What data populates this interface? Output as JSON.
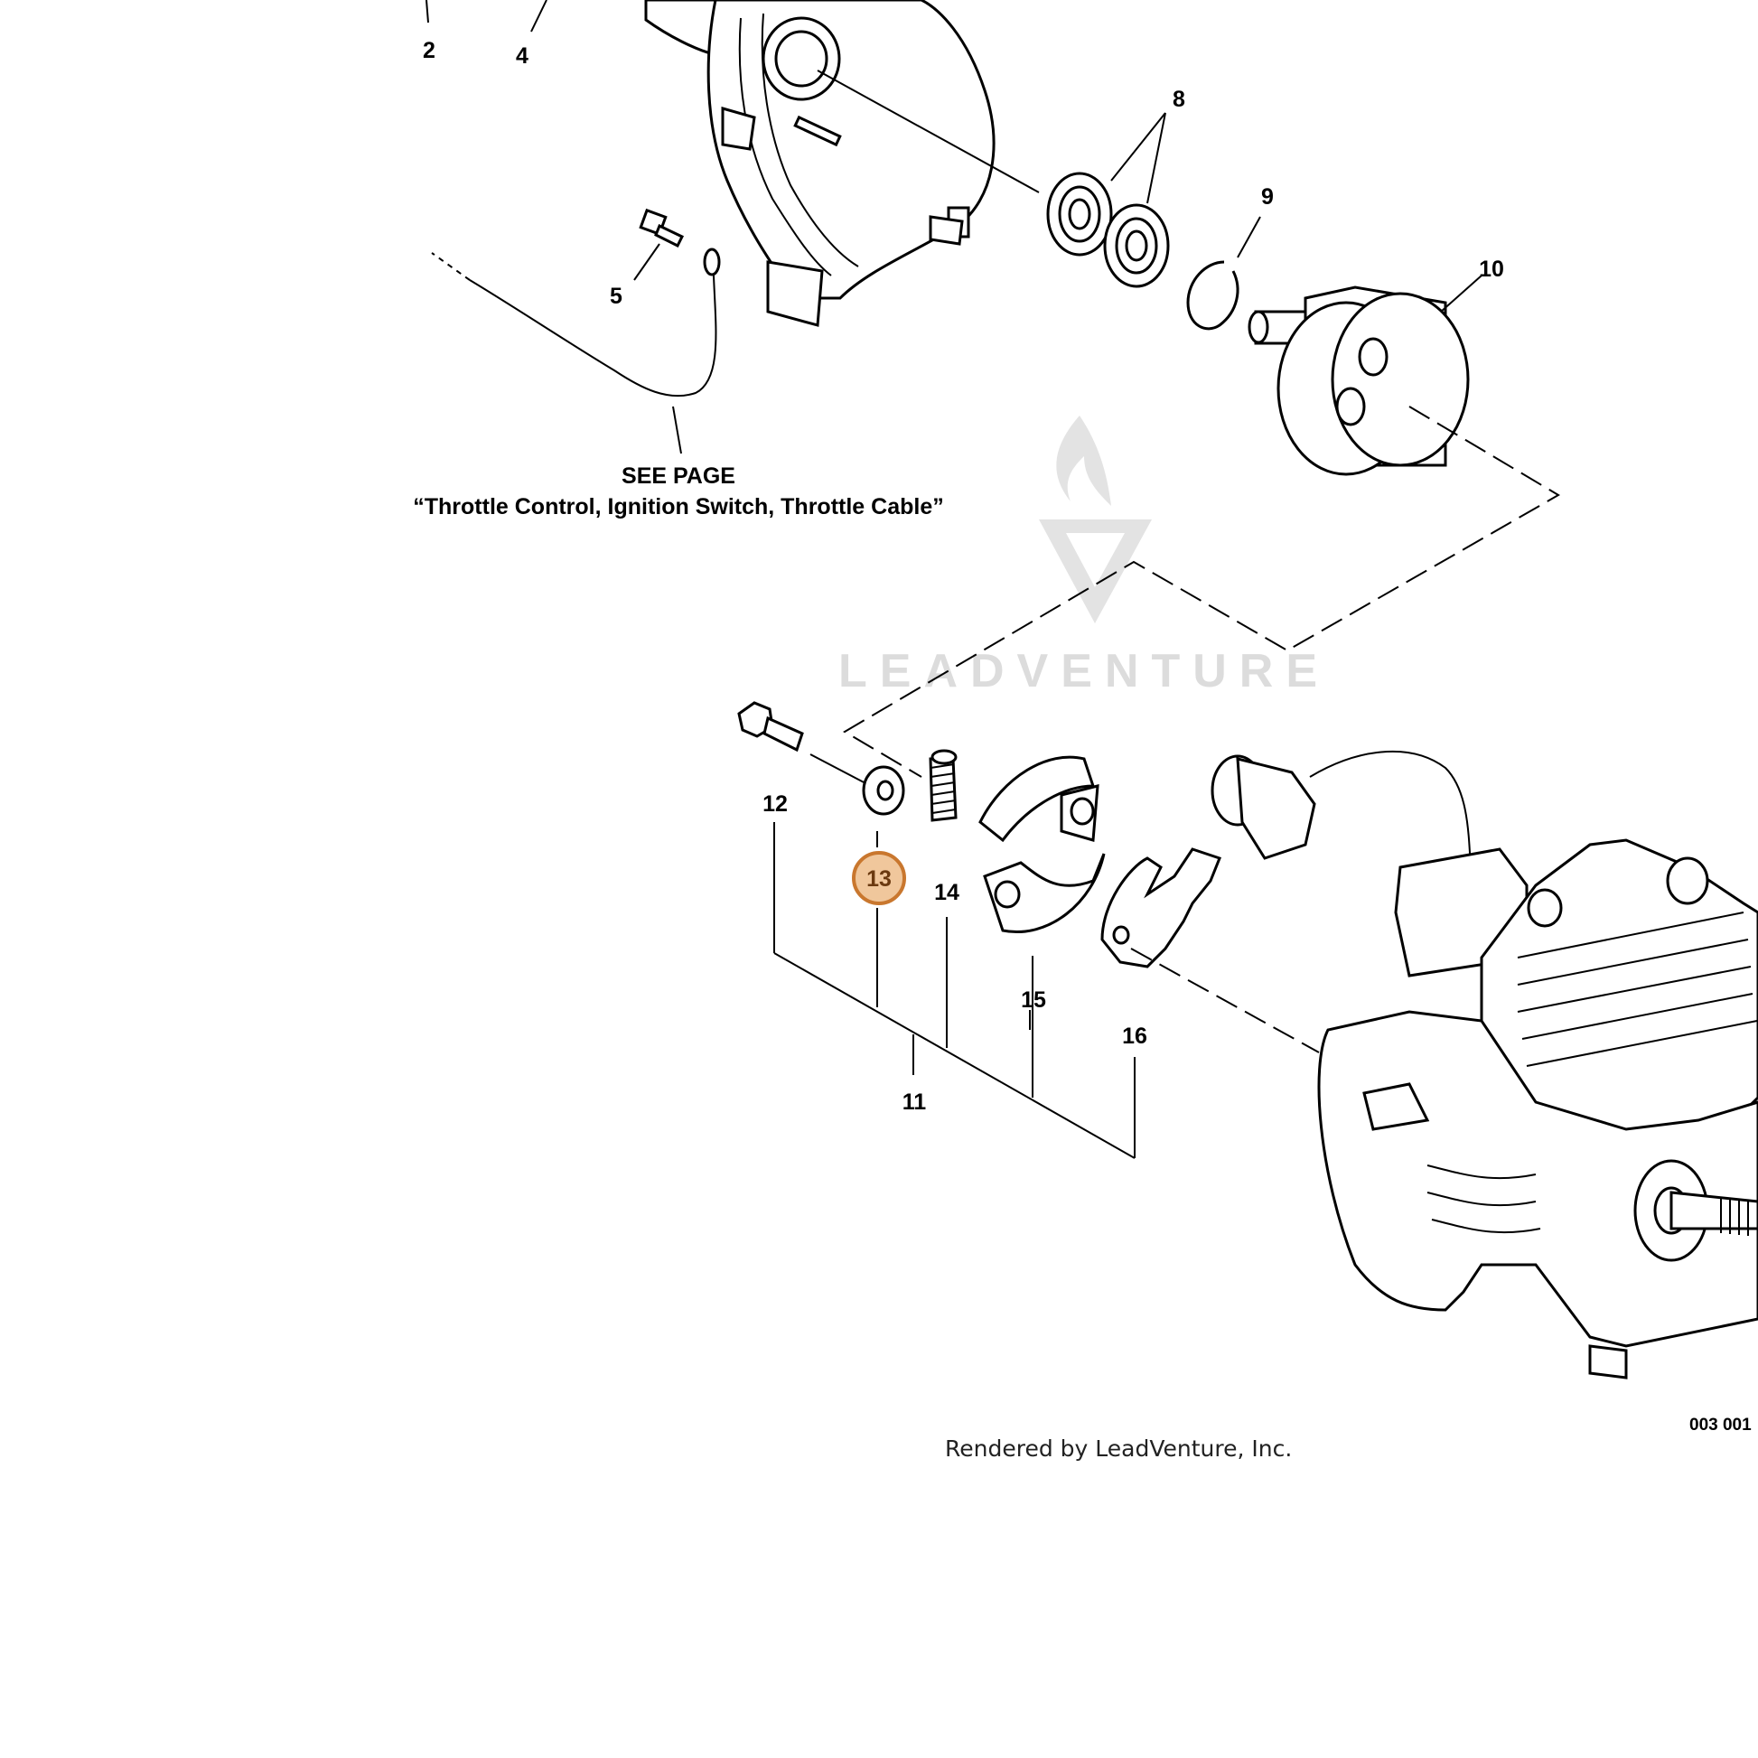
{
  "callouts": {
    "c2": "2",
    "c4": "4",
    "c5": "5",
    "c8": "8",
    "c9": "9",
    "c10": "10",
    "c11": "11",
    "c12": "12",
    "c13": "13",
    "c14": "14",
    "c15": "15",
    "c16": "16"
  },
  "highlighted_callout": "13",
  "see_page": {
    "line1": "SEE PAGE",
    "line2": "“Throttle Control, Ignition Switch, Throttle Cable”"
  },
  "doc_number": "003 001",
  "footer": "Rendered by LeadVenture, Inc.",
  "watermark": "LEADVENTURE",
  "colors": {
    "highlight_fill": "#f0c79c",
    "highlight_stroke": "#c9772e",
    "watermark": "#dcdcdc"
  }
}
